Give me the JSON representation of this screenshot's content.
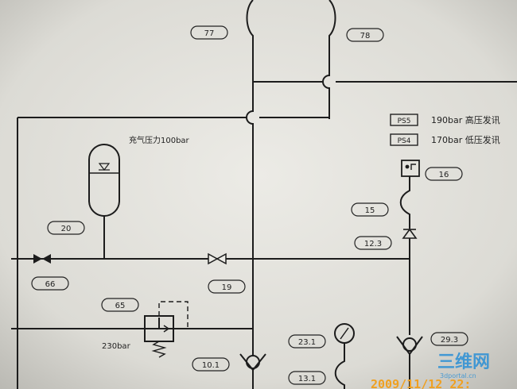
{
  "tags": {
    "t77": "77",
    "t78": "78",
    "t16": "16",
    "t15": "15",
    "t12_3": "12.3",
    "t20": "20",
    "t66": "66",
    "t19": "19",
    "t65": "65",
    "t10_1": "10.1",
    "t23_1": "23.1",
    "t13_1": "13.1",
    "t29_3": "29.3"
  },
  "legend": {
    "ps5_label": "PS5",
    "ps5_text": "190bar 高压发讯",
    "ps4_label": "PS4",
    "ps4_text": "170bar 低压发讯"
  },
  "accumulator_note": "充气压力100bar",
  "relief_note": "230bar",
  "photo_stamp": "2009/11/12 22:",
  "watermark": "三维网",
  "watermark_sub": "3dportal.cn",
  "colors": {
    "paper": "#e9e8e2",
    "line": "#1c1c1c",
    "stamp": "#f0a020",
    "watermark": "#2a8fd6"
  }
}
